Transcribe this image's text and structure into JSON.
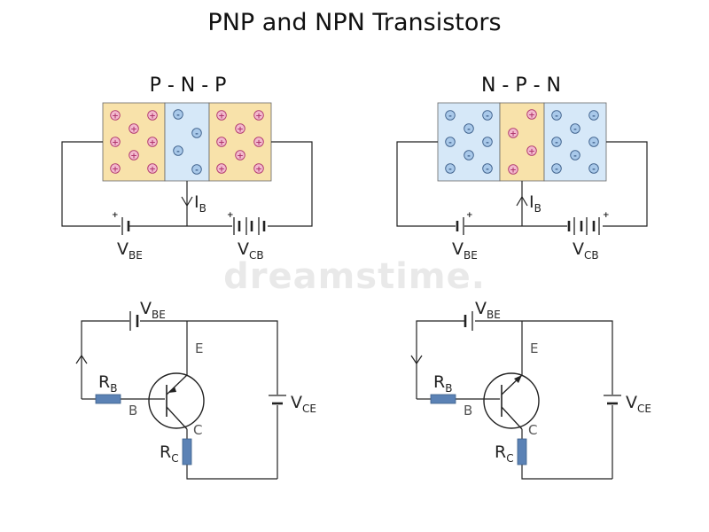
{
  "title": "PNP and NPN Transistors",
  "pnp": {
    "heading": "P - N - P",
    "vbe": "V",
    "vbe_sub": "BE",
    "vcb": "V",
    "vcb_sub": "CB",
    "ib": "I",
    "ib_sub": "B"
  },
  "npn": {
    "heading": "N - P - N",
    "vbe": "V",
    "vbe_sub": "BE",
    "vcb": "V",
    "vcb_sub": "CB",
    "ib": "I",
    "ib_sub": "B"
  },
  "pnp_circuit": {
    "vbe": "V",
    "vbe_sub": "BE",
    "vce": "V",
    "vce_sub": "CE",
    "rb": "R",
    "rb_sub": "B",
    "rc": "R",
    "rc_sub": "C",
    "e": "E",
    "b": "B",
    "c": "C"
  },
  "npn_circuit": {
    "vbe": "V",
    "vbe_sub": "BE",
    "vce": "V",
    "vce_sub": "CE",
    "rb": "R",
    "rb_sub": "B",
    "rc": "R",
    "rc_sub": "C",
    "e": "E",
    "b": "B",
    "c": "C"
  },
  "signs": {
    "plus": "+",
    "minus": "-"
  },
  "watermark": "dreamstime.",
  "colors": {
    "p_region": "#f8e2aa",
    "n_region": "#d6e8f8",
    "hole_fill": "#f3b9cd",
    "hole_stroke": "#b0366e",
    "electron_fill": "#a9c9ea",
    "electron_stroke": "#3d5f8a",
    "resistor": "#5b82b5",
    "wire": "#222222"
  }
}
